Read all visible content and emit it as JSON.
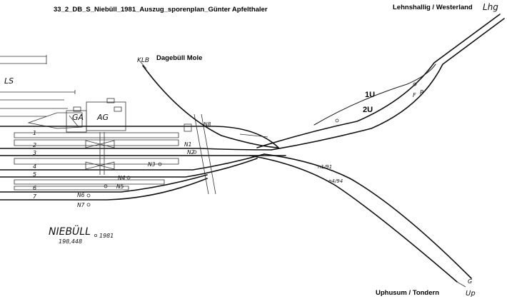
{
  "header": {
    "title": "33_2_DB_S_Niebüll_1981_Auszug_sporenplan_Günter Apfelthaler",
    "lehnshallig_label": "Lehnshallig / Westerland",
    "lhg_abbrev": "Lhg",
    "dagebuell_label": "Dagebüll Mole",
    "klb_abbrev": "KLB",
    "uphusum_label": "Uphusum / Tondern",
    "up_abbrev": "Up"
  },
  "station": {
    "name": "NIEBÜLL",
    "km": "198,448",
    "year": "1981",
    "ls": "LS",
    "ga": "GA",
    "ag": "AG"
  },
  "tracks": [
    "1",
    "2",
    "3",
    "4",
    "5",
    "6",
    "7"
  ],
  "signals": {
    "n1": "N1",
    "n2": "N2",
    "n3": "N3",
    "n4": "N4",
    "n5": "N5",
    "n6": "N6",
    "n7": "N7",
    "n8": "N8"
  },
  "routes": {
    "r1u": "1U",
    "r2u": "2U",
    "f": "F",
    "p": "P",
    "g": "G",
    "nr1": "n1/91",
    "nr2": "n4/94"
  }
}
